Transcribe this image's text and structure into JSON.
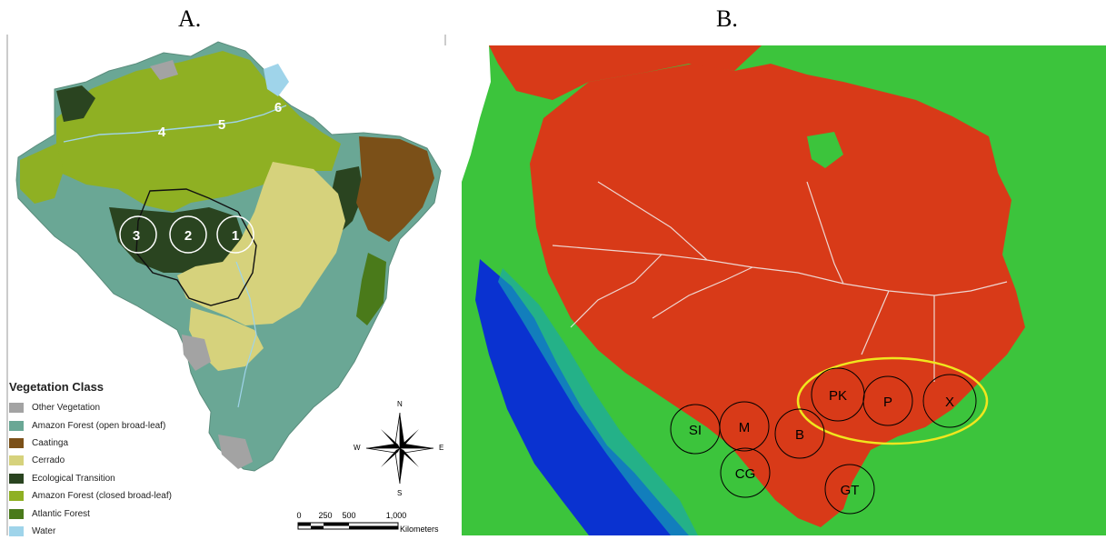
{
  "panels": {
    "a_label": "A.",
    "b_label": "B."
  },
  "map_a": {
    "region_markers": [
      "1",
      "2",
      "3",
      "4",
      "5",
      "6"
    ],
    "legend": {
      "title": "Vegetation Class",
      "items": [
        {
          "label": "Other Vegetation",
          "color": "#a3a3a3"
        },
        {
          "label": "Amazon Forest (open broad-leaf)",
          "color": "#6aa795"
        },
        {
          "label": "Caatinga",
          "color": "#7b5018"
        },
        {
          "label": "Cerrado",
          "color": "#d6d27c"
        },
        {
          "label": "Ecological Transition",
          "color": "#2a4420"
        },
        {
          "label": "Amazon Forest (closed broad-leaf)",
          "color": "#8fb023"
        },
        {
          "label": "Atlantic Forest",
          "color": "#4a7a1a"
        },
        {
          "label": "Water",
          "color": "#9fd4ea"
        }
      ]
    },
    "compass": {
      "n": "N",
      "s": "S",
      "e": "E",
      "w": "W"
    },
    "scale": {
      "ticks": [
        "0",
        "250",
        "500",
        "1,000"
      ],
      "unit": "Kilometers"
    }
  },
  "map_b": {
    "sites": [
      "SI",
      "M",
      "B",
      "CG",
      "GT",
      "PK",
      "P",
      "X"
    ],
    "colors": {
      "high": "#d83a18",
      "mid": "#3cc43c",
      "low": "#0a32d0",
      "highlight": "#f0e61e"
    }
  }
}
